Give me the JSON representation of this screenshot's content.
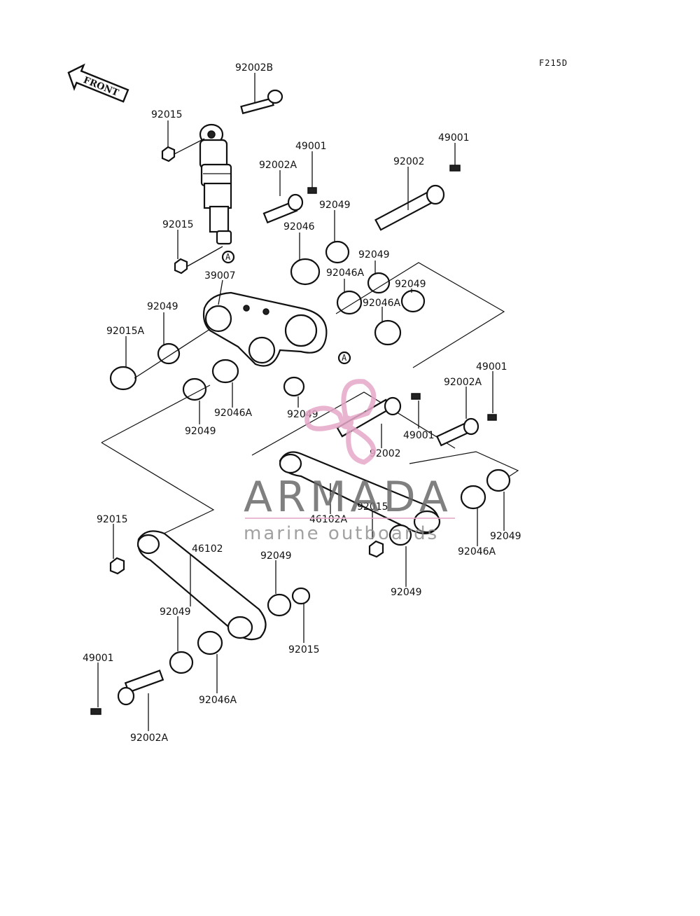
{
  "diagram": {
    "ref_code": "F215D",
    "front_label": "FRONT",
    "callout_letter": "A",
    "labels": {
      "l_92002B": "92002B",
      "l_92015_a": "92015",
      "l_49001_a": "49001",
      "l_92002A_a": "92002A",
      "l_49001_b": "49001",
      "l_92002": "92002",
      "l_92049_a": "92049",
      "l_92015_b": "92015",
      "l_92046": "92046",
      "l_39007": "39007",
      "l_92049_b": "92049",
      "l_92046A_a": "92046A",
      "l_92049_c": "92049",
      "l_92046A_b": "92046A",
      "l_92049_d": "92049",
      "l_92015A": "92015A",
      "l_92046A_c": "92046A",
      "l_92049_e": "92049",
      "l_92049_f": "92049",
      "l_49001_c": "49001",
      "l_92002A_b": "92002A",
      "l_49001_d": "49001",
      "l_92002_b": "92002",
      "l_46102A": "46102A",
      "l_92015_c": "92015",
      "l_92046A_d": "92046A",
      "l_92049_g": "92049",
      "l_92049_h": "92049",
      "l_92015_d": "92015",
      "l_46102": "46102",
      "l_92049_i": "92049",
      "l_92049_j": "92049",
      "l_92015_e": "92015",
      "l_49001_e": "49001",
      "l_92046A_e": "92046A",
      "l_92002A_c": "92002A"
    }
  },
  "watermark": {
    "title": "ARMADA",
    "subtitle": "marine outboards",
    "colors": {
      "logo": "#e6a8c8",
      "text": "#6b6b6b"
    }
  }
}
